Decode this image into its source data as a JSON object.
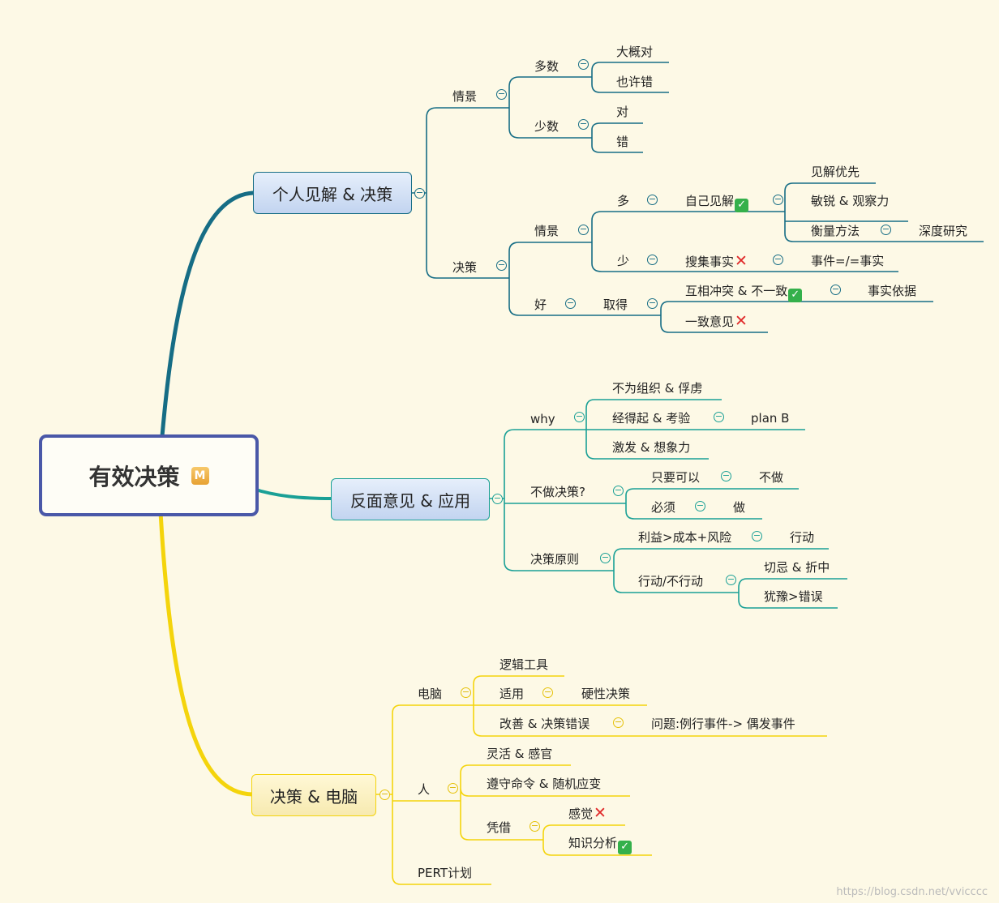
{
  "root": {
    "label": "有效决策",
    "badge": "M"
  },
  "colors": {
    "b1": "#166d85",
    "b2": "#1aa096",
    "b3": "#f4d40c"
  },
  "branch1": {
    "label": "个人见解 & 决策",
    "a_qingjing": "情景",
    "duoshu": "多数",
    "dagai": "大概对",
    "yexu": "也许错",
    "shaoshu": "少数",
    "dui": "对",
    "cuo": "错",
    "juece": "决策",
    "b_qingjing": "情景",
    "duo": "多",
    "ziji": "自己见解",
    "jianjie": "见解优先",
    "minrui": "敏锐 & 观察力",
    "hengliang": "衡量方法",
    "shendu": "深度研究",
    "shao": "少",
    "souji": "搜集事实",
    "shijian": "事件=/=事实",
    "hao": "好",
    "qude": "取得",
    "huxiang": "互相冲突 & 不一致",
    "shishi": "事实依据",
    "yizhi": "一致意见"
  },
  "branch2": {
    "label": "反面意见 & 应用",
    "why": "why",
    "buwei": "不为组织 & 俘虏",
    "jingde": "经得起 & 考验",
    "planb": "plan B",
    "jifa": "激发 & 想象力",
    "buzuo": "不做决策?",
    "zhiyao": "只要可以",
    "buzuo2": "不做",
    "bixu": "必须",
    "zuo": "做",
    "yuanze": "决策原则",
    "liyi": "利益>成本+风险",
    "xingdong": "行动",
    "xdbxd": "行动/不行动",
    "qieji": "切忌 & 折中",
    "youyu": "犹豫>错误"
  },
  "branch3": {
    "label": "决策 & 电脑",
    "diannao": "电脑",
    "luoji": "逻辑工具",
    "shiyong": "适用",
    "yingxing": "硬性决策",
    "gaishan": "改善 & 决策错误",
    "wenti": "问题:例行事件-> 偶发事件",
    "ren": "人",
    "linghuo": "灵活 & 感官",
    "zunshou": "遵守命令 & 随机应变",
    "pingjie": "凭借",
    "ganjue": "感觉",
    "zhishi": "知识分析",
    "pert": "PERT计划"
  },
  "watermark": "https://blog.csdn.net/vvicccc"
}
